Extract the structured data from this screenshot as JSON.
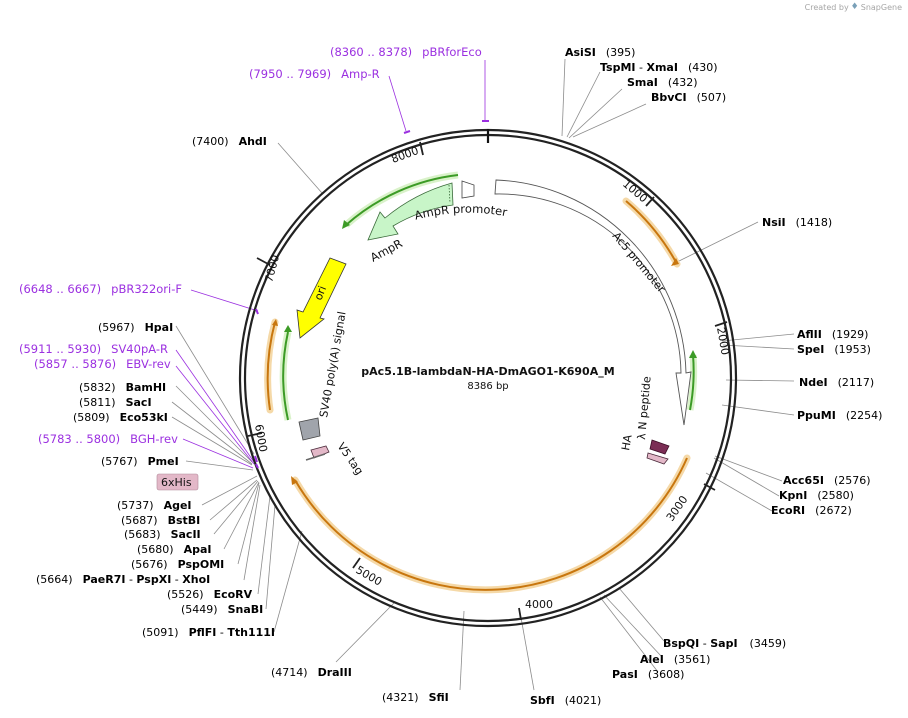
{
  "credit": {
    "prefix": "Created by",
    "brand": "SnapGene"
  },
  "plasmid": {
    "name": "pAc5.1B-lambdaN-HA-DmAGO1-K690A_M",
    "length_label": "8386 bp"
  },
  "tick_labels": [
    "1000",
    "2000",
    "3000",
    "4000",
    "5000",
    "6000",
    "7000",
    "8000"
  ],
  "colors": {
    "backbone": "#222222",
    "enzyme_text": "#000000",
    "primer_text": "#8a2be2",
    "orange_fill": "#f5d9a8",
    "orange_arrow": "#c8760e",
    "green_arrow": "#3c9b26",
    "ampr_fill": "#c8f5c8",
    "ori_fill": "#ffff00",
    "polyA_fill": "#a0a4ab",
    "tag_fill": "#e3b8c8",
    "lambdaN_fill": "#7b2d55"
  },
  "features": {
    "AmpR": "AmpR",
    "AmpR_promoter": "AmpR promoter",
    "ori": "ori",
    "Ac5_promoter": "Ac5 promoter",
    "SV40_polyA": "SV40 poly(A) signal",
    "V5_tag": "V5 tag",
    "lambdaN": "λ N peptide",
    "HA": "HA",
    "His": "6xHis"
  },
  "top_enzymes": [
    {
      "name": "AsiSI",
      "pos": "(395)"
    },
    {
      "name": "TspMI",
      "sep": " - ",
      "name2": "XmaI",
      "pos": "(430)"
    },
    {
      "name": "SmaI",
      "pos": "(432)"
    },
    {
      "name": "BbvCI",
      "pos": "(507)"
    }
  ],
  "right_enzymes": [
    {
      "name": "NsiI",
      "pos": "(1418)"
    },
    {
      "name": "AflII",
      "pos": "(1929)"
    },
    {
      "name": "SpeI",
      "pos": "(1953)"
    },
    {
      "name": "NdeI",
      "pos": "(2117)"
    },
    {
      "name": "PpuMI",
      "pos": "(2254)"
    },
    {
      "name": "Acc65I",
      "pos": "(2576)"
    },
    {
      "name": "KpnI",
      "pos": "(2580)"
    },
    {
      "name": "EcoRI",
      "pos": "(2672)"
    }
  ],
  "bottom_enzymes": [
    {
      "name": "BspQI",
      "sep": " - ",
      "name2": "SapI",
      "pos": "(3459)"
    },
    {
      "name": "AleI",
      "pos": "(3561)"
    },
    {
      "name": "PasI",
      "pos": "(3608)"
    },
    {
      "name": "SbfI",
      "pos": "(4021)"
    },
    {
      "name": "SfiI",
      "pos": "(4321)"
    },
    {
      "name": "DraIII",
      "pos": "(4714)"
    }
  ],
  "left_enzymes": [
    {
      "name": "AhdI",
      "pos": "(7400)"
    },
    {
      "name": "HpaI",
      "pos": "(5967)"
    },
    {
      "name": "BamHI",
      "pos": "(5832)"
    },
    {
      "name": "SacI",
      "pos": "(5811)"
    },
    {
      "name": "Eco53kI",
      "pos": "(5809)"
    },
    {
      "name": "PmeI",
      "pos": "(5767)"
    },
    {
      "name": "AgeI",
      "pos": "(5737)"
    },
    {
      "name": "BstBI",
      "pos": "(5687)"
    },
    {
      "name": "SacII",
      "pos": "(5683)"
    },
    {
      "name": "ApaI",
      "pos": "(5680)"
    },
    {
      "name": "PspOMI",
      "pos": "(5676)"
    },
    {
      "name": "PaeR7I",
      "sep": " - ",
      "name2": "PspXI",
      "sep2": " - ",
      "name3": "XhoI",
      "pos": "(5664)"
    },
    {
      "name": "EcoRV",
      "pos": "(5526)"
    },
    {
      "name": "SnaBI",
      "pos": "(5449)"
    },
    {
      "name": "PflFI",
      "sep": " - ",
      "name2": "Tth111I",
      "pos": "(5091)"
    }
  ],
  "primers": [
    {
      "range": "(8360 .. 8378)",
      "name": "pBRforEco"
    },
    {
      "range": "(7950 .. 7969)",
      "name": "Amp-R"
    },
    {
      "range": "(6648 .. 6667)",
      "name": "pBR322ori-F"
    },
    {
      "range": "(5911 .. 5930)",
      "name": "SV40pA-R"
    },
    {
      "range": "(5857 .. 5876)",
      "name": "EBV-rev"
    },
    {
      "range": "(5783 .. 5800)",
      "name": "BGH-rev"
    }
  ]
}
